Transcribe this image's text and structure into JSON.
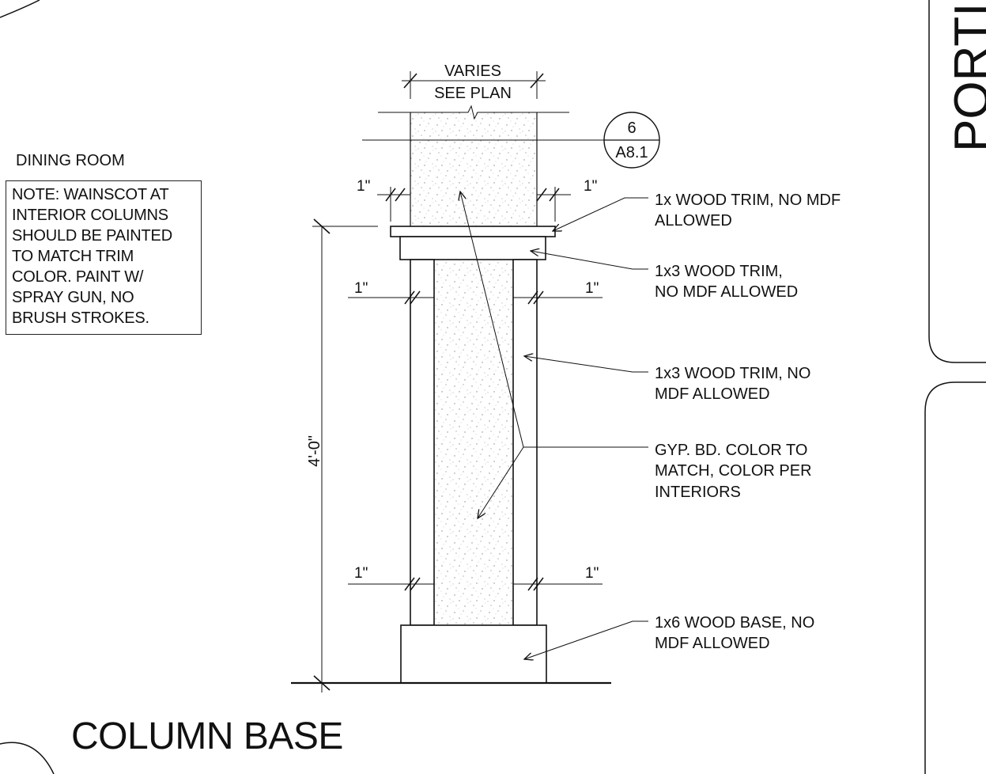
{
  "room_label": "DINING ROOM",
  "note_lines": [
    "NOTE: WAINSCOT AT",
    "INTERIOR COLUMNS",
    "SHOULD BE PAINTED",
    "TO MATCH TRIM",
    "COLOR. PAINT W/",
    "SPRAY GUN, NO",
    "BRUSH STROKES."
  ],
  "width_dim": {
    "line1": "VARIES",
    "line2": "SEE PLAN"
  },
  "height_dim": "4'-0\"",
  "reveal_dims": {
    "top_left": "1\"",
    "top_right": "1\"",
    "mid_left": "1\"",
    "mid_right": "1\"",
    "bottom_left": "1\"",
    "bottom_right": "1\""
  },
  "detail_ref": {
    "number": "6",
    "sheet": "A8.1"
  },
  "callouts": [
    {
      "line1": "1x WOOD TRIM, NO MDF",
      "line2": "ALLOWED"
    },
    {
      "line1": "1x3 WOOD TRIM,",
      "line2": "NO MDF ALLOWED"
    },
    {
      "line1": "1x3 WOOD TRIM, NO",
      "line2": "MDF ALLOWED"
    },
    {
      "line1": "GYP. BD. COLOR TO",
      "line2": "MATCH, COLOR PER",
      "line3": "INTERIORS"
    },
    {
      "line1": "1x6 WOOD BASE, NO",
      "line2": "MDF ALLOWED"
    }
  ],
  "right_border_text": "PORTI",
  "title": "COLUMN BASE",
  "colors": {
    "ink": "#111111",
    "paper": "#ffffff",
    "stipple": "#8a8a8a"
  }
}
